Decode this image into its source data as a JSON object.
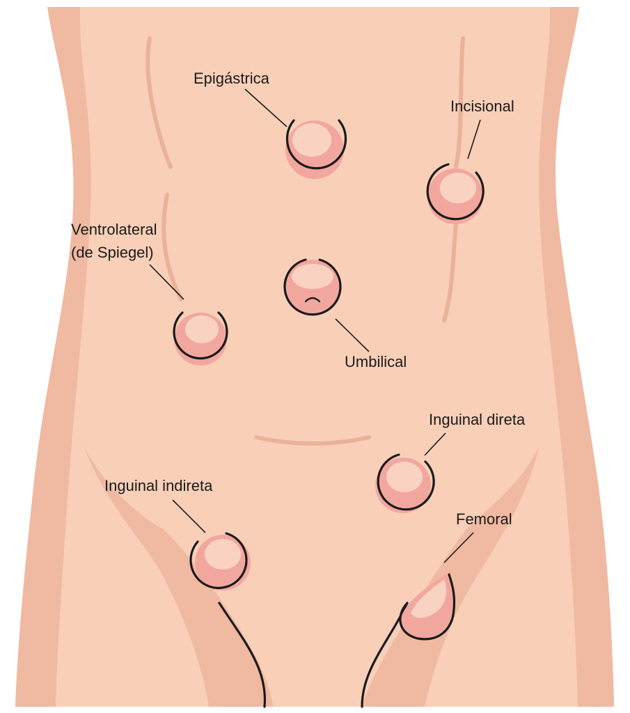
{
  "colors": {
    "skin": "#f9cfb8",
    "skin_shadow": "#f0b9a1",
    "skin_crease": "#eab299",
    "hernia_fill": "#f2a79e",
    "hernia_highlight": "#fad2c2",
    "outline": "#1a1a1a"
  },
  "labels": {
    "epigastrica": "Epigástrica",
    "incisional": "Incisional",
    "ventrolateral_line1": "Ventrolateral",
    "ventrolateral_line2": "(de Spiegel)",
    "umbilical": "Umbilical",
    "inguinal_direta": "Inguinal direta",
    "inguinal_indireta": "Inguinal indireta",
    "femoral": "Femoral"
  }
}
